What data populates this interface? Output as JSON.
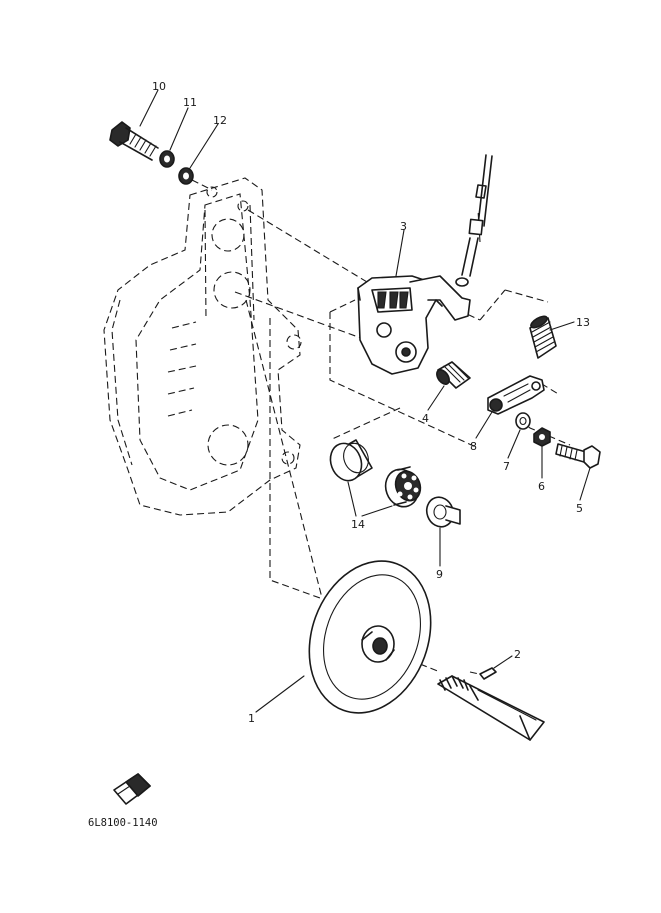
{
  "diagram": {
    "reference_code": "6L8100-1140",
    "callouts": [
      {
        "id": "1",
        "label": "1"
      },
      {
        "id": "2",
        "label": "2"
      },
      {
        "id": "3",
        "label": "3"
      },
      {
        "id": "4",
        "label": "4"
      },
      {
        "id": "5",
        "label": "5"
      },
      {
        "id": "6",
        "label": "6"
      },
      {
        "id": "7",
        "label": "7"
      },
      {
        "id": "8",
        "label": "8"
      },
      {
        "id": "9",
        "label": "9"
      },
      {
        "id": "10",
        "label": "10"
      },
      {
        "id": "11",
        "label": "11"
      },
      {
        "id": "12",
        "label": "12"
      },
      {
        "id": "13",
        "label": "13"
      },
      {
        "id": "14",
        "label": "14"
      }
    ]
  }
}
